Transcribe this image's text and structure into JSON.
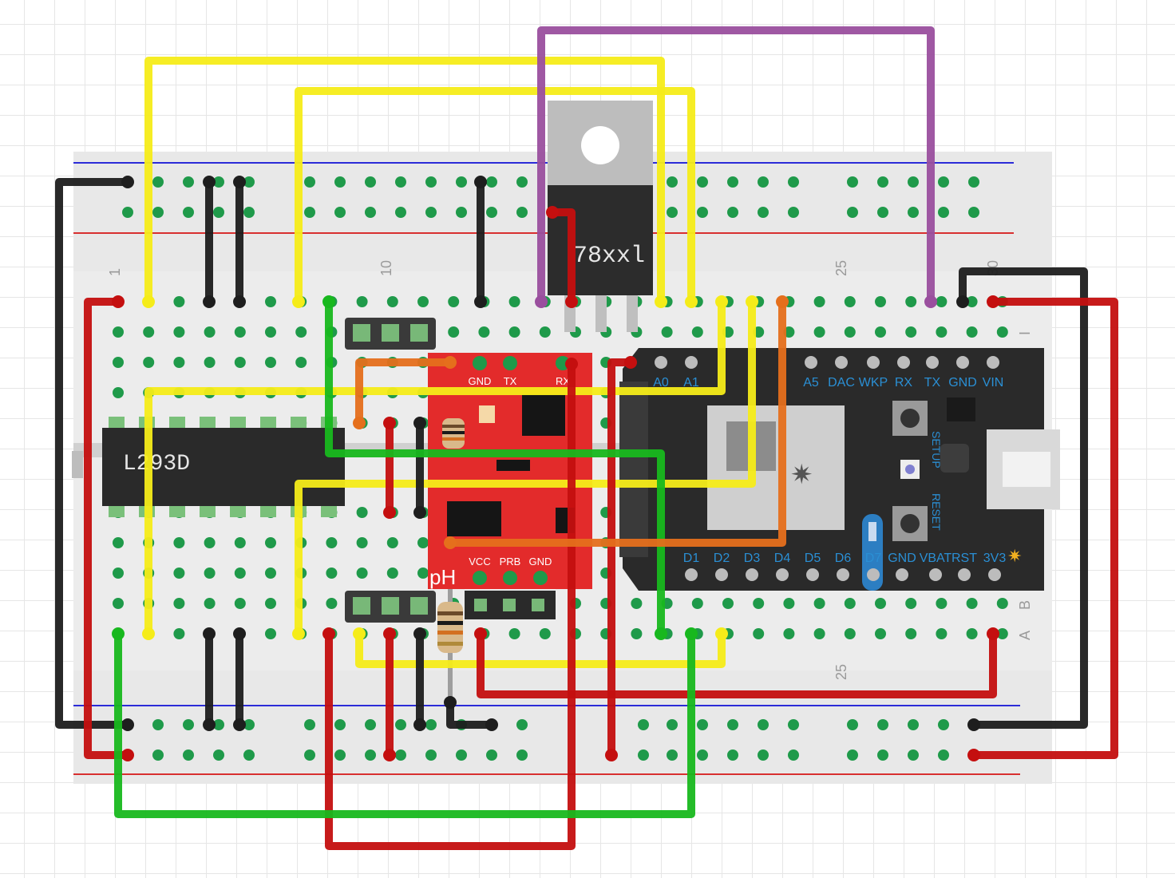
{
  "breadboard": {
    "column_labels": {
      "c1": "1",
      "c10": "10",
      "c25_top": "25",
      "c30": "30",
      "c25_bottom": "25"
    },
    "row_labels": {
      "i": "I",
      "b": "B",
      "a": "A"
    }
  },
  "l293d": {
    "label": "L293D"
  },
  "regulator": {
    "label": "78xxl"
  },
  "sensor_board": {
    "top_pins": [
      "GND",
      "TX",
      "RX"
    ],
    "bottom_pins": [
      "VCC",
      "PRB",
      "GND"
    ],
    "corner_label": "pH"
  },
  "photon": {
    "top_pins": [
      "A0",
      "A1",
      "A5",
      "DAC",
      "WKP",
      "RX",
      "TX",
      "GND",
      "VIN"
    ],
    "bottom_pins": [
      "D1",
      "D2",
      "D3",
      "D4",
      "D5",
      "D6",
      "D7",
      "GND",
      "VBAT",
      "RST",
      "3V3"
    ],
    "buttons": [
      "SETUP",
      "RESET"
    ]
  },
  "wire_colors": {
    "yellow": "#f5ec19",
    "red": "#c40f0f",
    "black": "#1e1e1e",
    "green": "#18b81e",
    "purple": "#9a4f9e",
    "orange": "#e56f1c"
  }
}
